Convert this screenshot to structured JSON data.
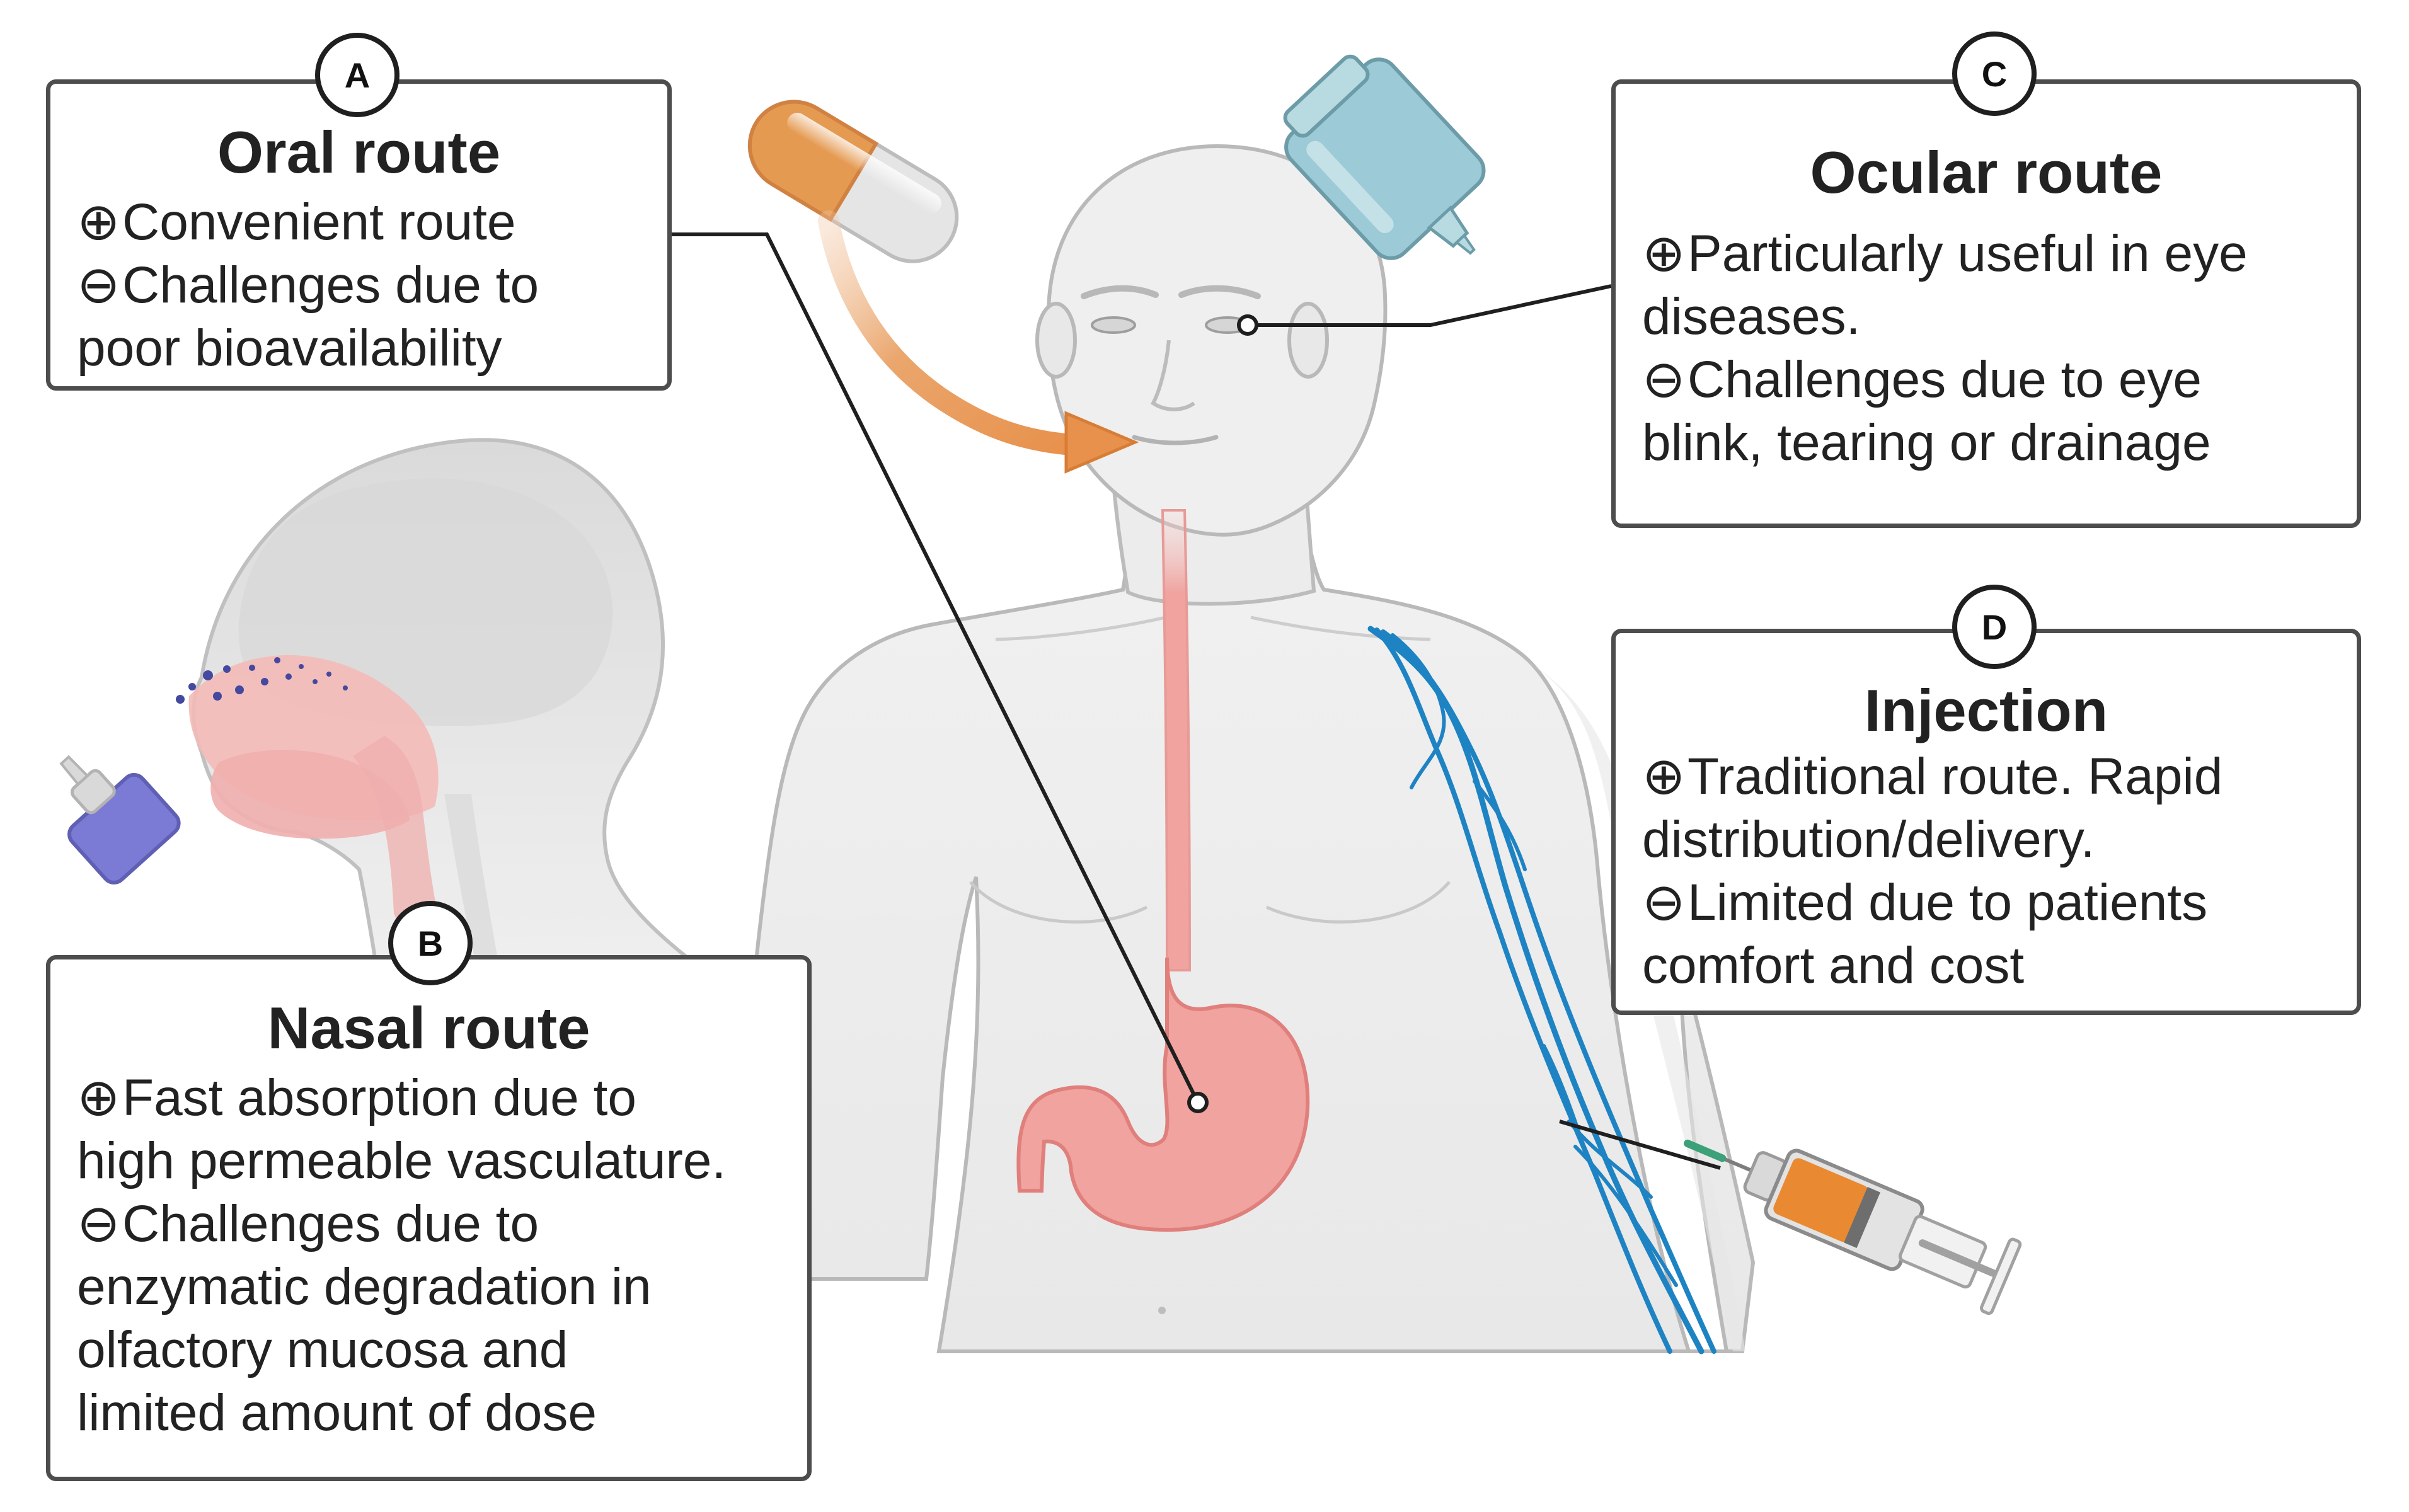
{
  "routes": {
    "oral": {
      "marker": "A",
      "title": "Oral route",
      "lines": [
        {
          "symbol": "⊕",
          "text": "Convenient route"
        },
        {
          "symbol": "⊖",
          "text": "Challenges due to"
        },
        {
          "symbol": "",
          "text": "poor bioavailability"
        }
      ]
    },
    "nasal": {
      "marker": "B",
      "title": "Nasal route",
      "lines": [
        {
          "symbol": "⊕",
          "text": "Fast absorption due to"
        },
        {
          "symbol": "",
          "text": "high permeable vasculature."
        },
        {
          "symbol": "⊖",
          "text": "Challenges due to"
        },
        {
          "symbol": "",
          "text": "enzymatic degradation in"
        },
        {
          "symbol": "",
          "text": "olfactory mucosa and"
        },
        {
          "symbol": "",
          "text": "limited amount of dose"
        }
      ]
    },
    "ocular": {
      "marker": "C",
      "title": "Ocular route",
      "lines": [
        {
          "symbol": "⊕",
          "text": "Particularly useful in eye"
        },
        {
          "symbol": "",
          "text": "diseases."
        },
        {
          "symbol": "⊖",
          "text": "Challenges due to eye"
        },
        {
          "symbol": "",
          "text": "blink, tearing or drainage"
        }
      ]
    },
    "injection": {
      "marker": "D",
      "title": "Injection",
      "lines": [
        {
          "symbol": "⊕",
          "text": "Traditional route. Rapid"
        },
        {
          "symbol": "",
          "text": "distribution/delivery."
        },
        {
          "symbol": "⊖",
          "text": "Limited due to patients"
        },
        {
          "symbol": "",
          "text": "comfort and cost"
        }
      ]
    }
  },
  "icons": {
    "capsule": "capsule-icon",
    "eye_dropper": "eye-dropper-icon",
    "nasal_spray": "nasal-spray-icon",
    "syringe": "syringe-icon",
    "stomach": "stomach-icon",
    "veins": "vein-network-icon"
  },
  "colors": {
    "capsule_orange": "#E59A52",
    "capsule_white": "#E4E4E4",
    "body_fill": "#EDEDED",
    "body_outline": "#B9B9B9",
    "stomach_fill": "#F0A39F",
    "stomach_outline": "#E07F7B",
    "veins": "#1E83C3",
    "nasal_spray": "#7B7BD5",
    "syringe_fluid": "#E98A32",
    "dropper": "#9CCAD6",
    "box_border": "#4D4D4D"
  }
}
